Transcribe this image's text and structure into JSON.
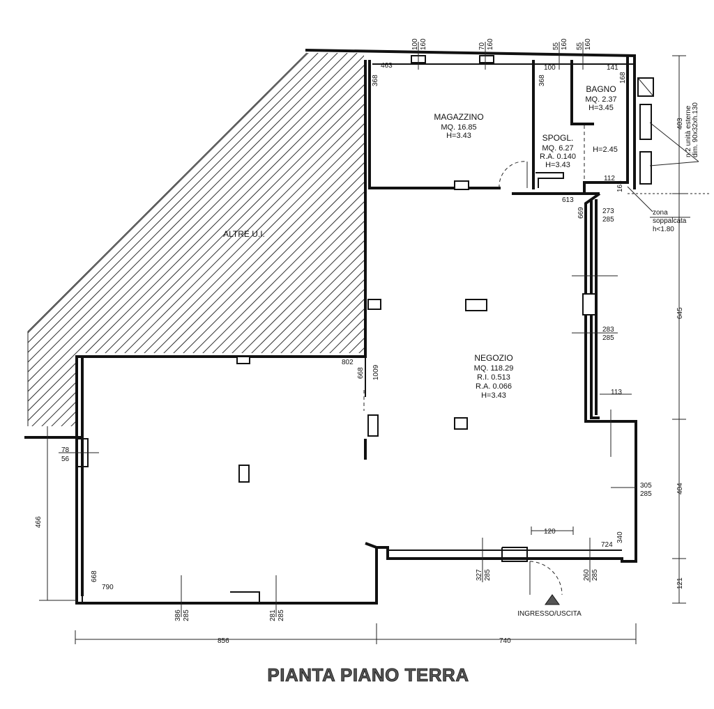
{
  "title": "PIANTA PIANO TERRA",
  "rooms": {
    "magazzino": {
      "name": "MAGAZZINO",
      "mq": "MQ. 16.85",
      "h": "H=3.43"
    },
    "bagno": {
      "name": "BAGNO",
      "mq": "MQ. 2.37",
      "h": "H=3.45"
    },
    "spogl": {
      "name": "SPOGL.",
      "mq": "MQ. 6.27",
      "ra": "R.A. 0.140",
      "h": "H=3.43"
    },
    "h245": "H=2.45",
    "negozio": {
      "name": "NEGOZIO",
      "mq": "MQ. 118.29",
      "ri": "R.I. 0.513",
      "ra": "R.A. 0.066",
      "h": "H=3.43"
    },
    "altre": "ALTRE U.I."
  },
  "notes": {
    "units": [
      "n.2 unità esterne",
      "dim. 90x32xh.130"
    ],
    "zona": [
      "zona",
      "soppalcata",
      "h<1.80"
    ],
    "ingresso": "INGRESSO/USCITA"
  },
  "dims": {
    "top_100": "100",
    "top_160a": "160",
    "top_70": "70",
    "top_160b": "160",
    "top_55a": "55",
    "top_160c": "160",
    "top_55b": "55",
    "top_160d": "160",
    "d463": "463",
    "d368a": "368",
    "d100": "100",
    "d141": "141",
    "d168": "168",
    "d368b": "368",
    "d112": "112",
    "d163": "163",
    "d613": "613",
    "d669": "669",
    "d273": "273",
    "d285a": "285",
    "d283": "283",
    "d285b": "285",
    "d802": "802",
    "d668a": "668",
    "d1009": "1009",
    "d113": "113",
    "d78": "78",
    "d56": "56",
    "d466": "466",
    "d305": "305",
    "d285c": "285",
    "d340": "340",
    "d724": "724",
    "d120": "120",
    "d668b": "668",
    "d790": "790",
    "d386": "386",
    "d285d": "285",
    "d281": "281",
    "d285e": "285",
    "d327": "327",
    "d285f": "285",
    "d260": "260",
    "d285g": "285",
    "d403": "403",
    "d645": "645",
    "d404": "404",
    "d121": "121",
    "d856": "856",
    "d740": "740"
  }
}
